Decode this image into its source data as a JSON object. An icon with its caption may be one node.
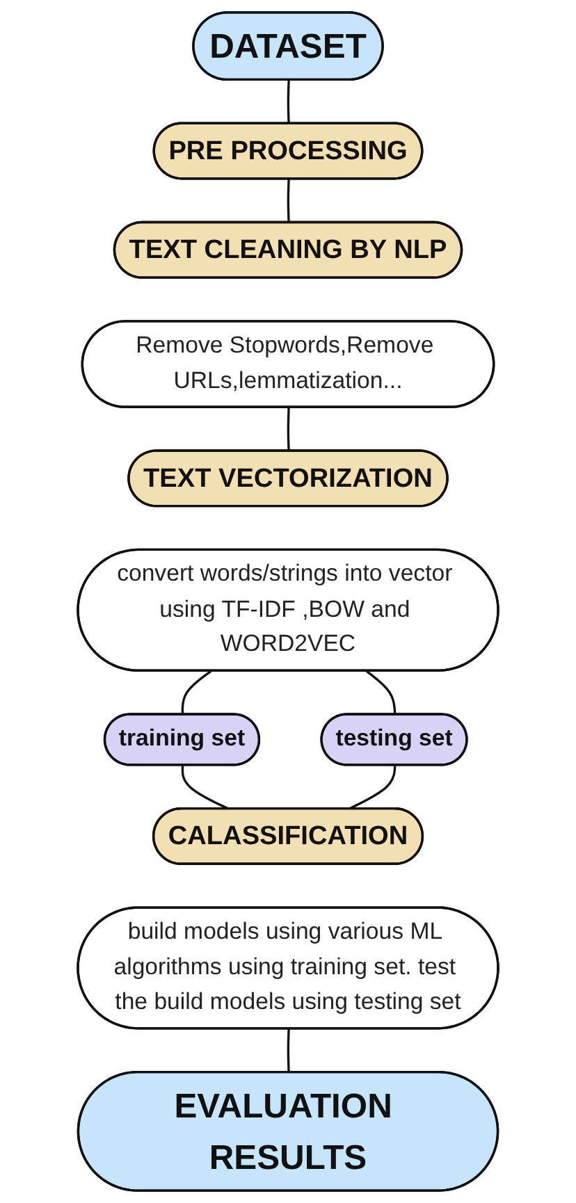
{
  "diagram": {
    "nodes": [
      {
        "text": [
          "DATASET"
        ]
      },
      {
        "text": [
          "PRE PROCESSING"
        ]
      },
      {
        "text": [
          "TEXT CLEANING BY NLP"
        ]
      },
      {
        "text": [
          "Remove Stopwords,Remove URLs,lemmatization..."
        ]
      },
      {
        "text": [
          "TEXT VECTORIZATION"
        ]
      },
      {
        "text": [
          "convert words/strings into vector using TF-IDF ,BOW and WORD2VEC"
        ]
      },
      {
        "text": [
          "training set"
        ]
      },
      {
        "text": [
          "testing set"
        ]
      },
      {
        "text": [
          "CALASSIFICATION"
        ]
      },
      {
        "text": [
          "build models using various ML algorithms using training set. test the build models using testing set"
        ]
      },
      {
        "text": [
          "EVALUATION RESULTS"
        ]
      }
    ],
    "edges": [
      {
        "from": 0,
        "to": 1,
        "arrow": "none"
      },
      {
        "from": 1,
        "to": 2,
        "arrow": "none"
      },
      {
        "from": 3,
        "to": 4,
        "arrow": "none"
      },
      {
        "from": 5,
        "to": 6,
        "arrow": "none"
      },
      {
        "from": 5,
        "to": 7,
        "arrow": "none"
      },
      {
        "from": 6,
        "to": 8,
        "arrow": "none"
      },
      {
        "from": 7,
        "to": 8,
        "arrow": "none"
      },
      {
        "from": 9,
        "to": 10,
        "arrow": "none"
      }
    ]
  }
}
